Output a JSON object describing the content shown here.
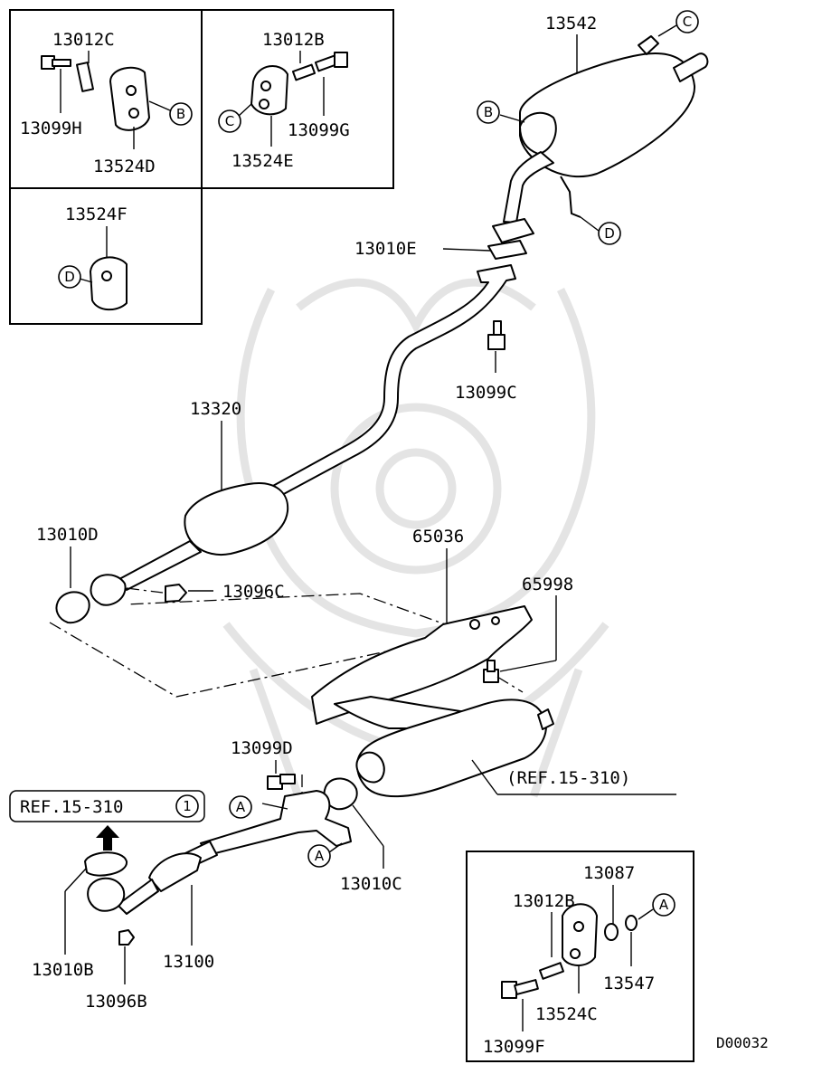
{
  "diagram_id": "D00032",
  "inset_boxes": [
    {
      "parts": [
        "13012C",
        "13099H",
        "13524D"
      ],
      "callout": "B"
    },
    {
      "parts": [
        "13012B",
        "13524E",
        "13099G"
      ],
      "callout": "C"
    },
    {
      "parts": [
        "13524F"
      ],
      "callout": "D"
    },
    {
      "parts": [
        "13087",
        "13012B",
        "13547",
        "13524C",
        "13099F"
      ],
      "callout": "A"
    }
  ],
  "labels": {
    "p13012C": "13012C",
    "p13099H": "13099H",
    "p13524D": "13524D",
    "p13012B_top": "13012B",
    "p13099G": "13099G",
    "p13524E": "13524E",
    "p13524F": "13524F",
    "p13542": "13542",
    "p13010E": "13010E",
    "p13099C": "13099C",
    "p13320": "13320",
    "p13010D": "13010D",
    "p13096C": "13096C",
    "p65036": "65036",
    "p65998": "65998",
    "p13099D": "13099D",
    "ref_cat": "(REF.15-310)",
    "ref_front": "REF.15-310",
    "ref_front_num": "1",
    "p13010C": "13010C",
    "p13010B": "13010B",
    "p13100": "13100",
    "p13096B": "13096B",
    "p13087": "13087",
    "p13012B_bot": "13012B",
    "p13547": "13547",
    "p13524C": "13524C",
    "p13099F": "13099F"
  },
  "callouts": {
    "A": "A",
    "B": "B",
    "C": "C",
    "D": "D"
  },
  "colors": {
    "line": "#000000",
    "background": "#ffffff",
    "watermark": "#e6e6e6"
  }
}
